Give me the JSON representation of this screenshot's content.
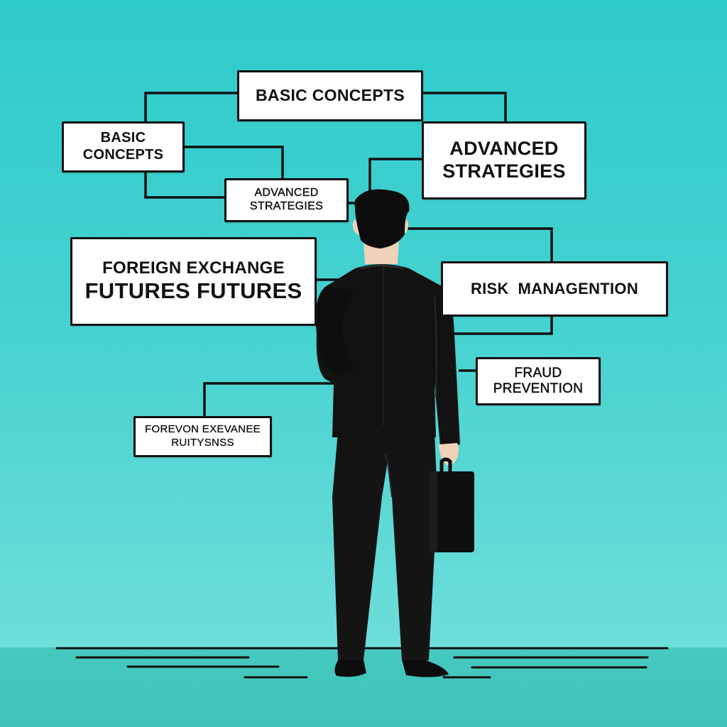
{
  "diagram": {
    "nodes": [
      {
        "id": "basic-concepts-top",
        "lines": [
          "BASIC CONCEPTS"
        ]
      },
      {
        "id": "basic-concepts-left",
        "lines": [
          "BASIC",
          "CONCEPTS"
        ]
      },
      {
        "id": "advanced-strategies-small",
        "lines": [
          "ADVANCED",
          "STRATEGIES"
        ]
      },
      {
        "id": "advanced-strategies-large",
        "lines": [
          "ADVANCED",
          "STRATEGIES"
        ]
      },
      {
        "id": "foreign-exchange-futures",
        "lines": [
          "FOREIGN EXCHANGE",
          "FUTURES FUTURES"
        ]
      },
      {
        "id": "risk-management",
        "lines": [
          "RISK  MANAGENTION"
        ]
      },
      {
        "id": "fraud-prevention",
        "lines": [
          "FRAUD",
          "PREVENTION"
        ]
      },
      {
        "id": "foreign-exchange-small",
        "lines": [
          "FOREVON EXEVANEE",
          "RUITYSNSS"
        ]
      }
    ]
  },
  "colors": {
    "background_top": "#2ecbcb",
    "background_bottom": "#6fded9",
    "floor": "#3ec4ba",
    "ink": "#111111",
    "box_fill": "#ffffff",
    "suit": "#121212",
    "skin": "#f1d2b8"
  }
}
